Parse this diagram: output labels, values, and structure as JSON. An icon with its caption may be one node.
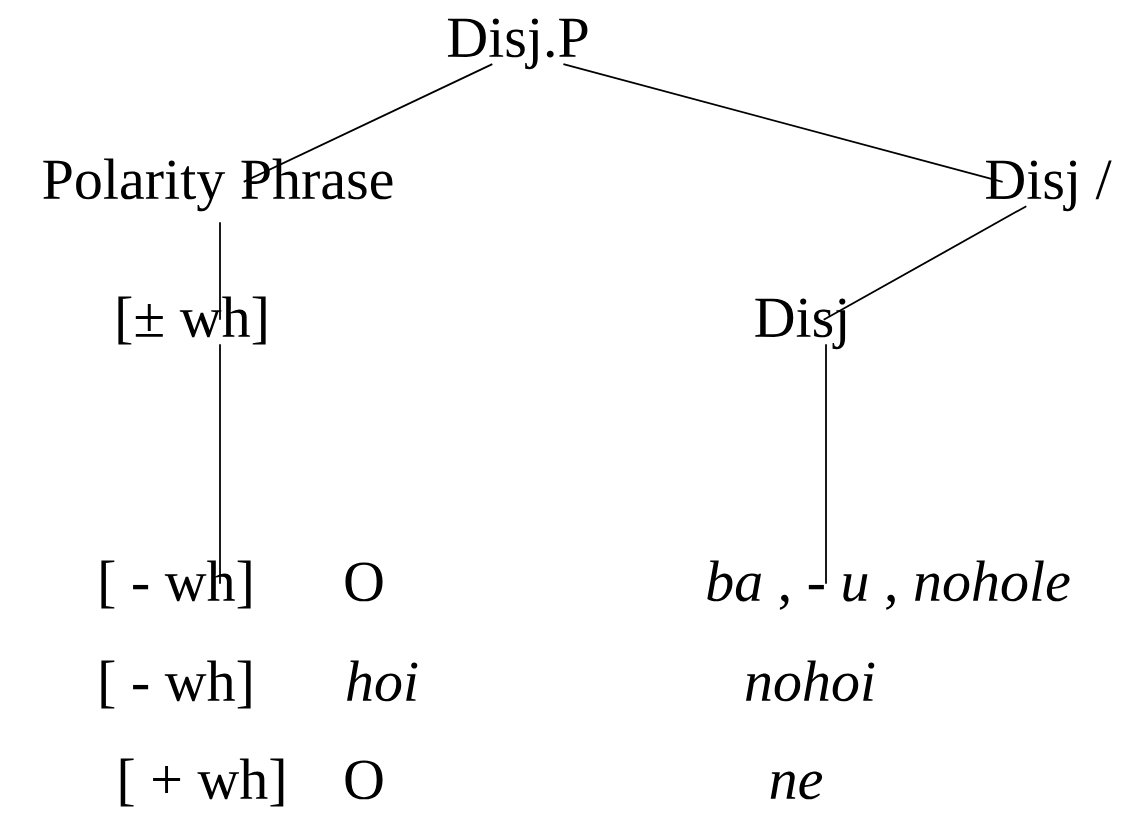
{
  "diagram": {
    "nodes": [
      {
        "text": [
          "Disj.P"
        ]
      },
      {
        "text": [
          "Polarity Phrase"
        ]
      },
      {
        "text": [
          "Disj /"
        ]
      },
      {
        "text": [
          "[± wh]"
        ]
      },
      {
        "text": [
          "Disj"
        ]
      },
      {
        "text": [
          "[ - wh]"
        ]
      },
      {
        "text": [
          "*ba* , - *u* , *nohole*"
        ]
      }
    ],
    "edges": [
      {
        "from": 0,
        "to": 1,
        "arrow": "none"
      },
      {
        "from": 0,
        "to": 2,
        "arrow": "none"
      },
      {
        "from": 1,
        "to": 3,
        "arrow": "none"
      },
      {
        "from": 2,
        "to": 4,
        "arrow": "none"
      },
      {
        "from": 3,
        "to": 5,
        "arrow": "none"
      },
      {
        "from": 4,
        "to": 6,
        "arrow": "none"
      }
    ],
    "labels": [
      "O",
      "[ - wh]",
      "hoi",
      "nohoi",
      "[ + wh]",
      "O",
      "ne"
    ]
  }
}
